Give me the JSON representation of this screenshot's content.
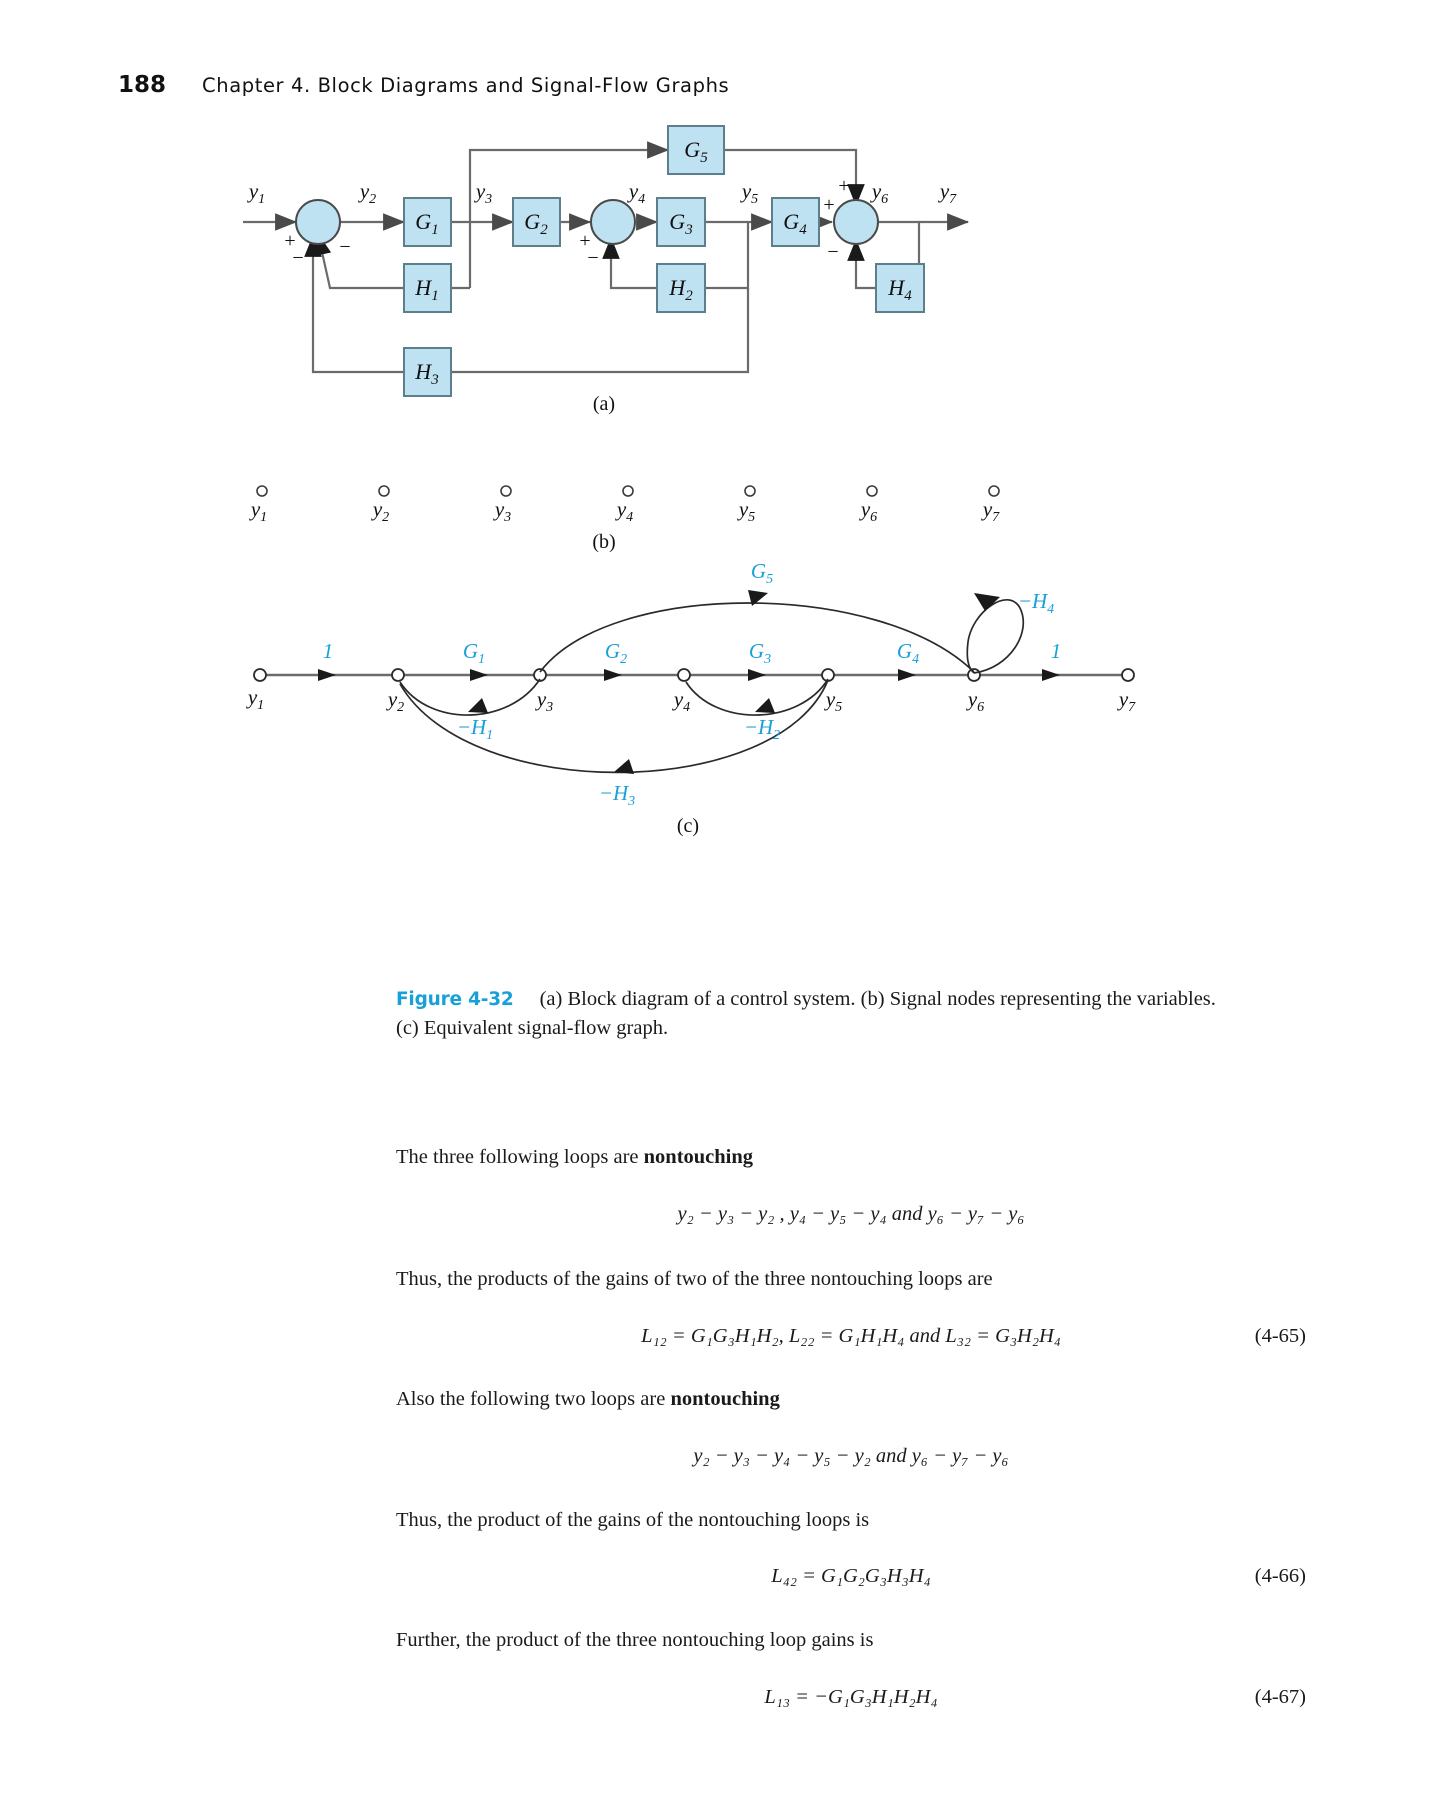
{
  "header": {
    "page_number": "188",
    "chapter_title": "Chapter 4.  Block Diagrams and Signal-Flow Graphs"
  },
  "figure": {
    "label": "Figure 4-32",
    "caption_a": "(a) Block diagram of a control system. (b) Signal nodes representing the variables.",
    "caption_b": "(c) Equivalent signal-flow graph.",
    "part_a_label": "(a)",
    "part_b_label": "(b)",
    "part_c_label": "(c)",
    "accent_color": "#18a0d8",
    "block_fill": "#bfe2f2",
    "block_stroke": "#5d7f8c",
    "line_color": "#6b6b6b"
  },
  "block_diagram": {
    "signals": [
      "y1",
      "y2",
      "y3",
      "y4",
      "y5",
      "y6",
      "y7"
    ],
    "signal_labels": [
      "y",
      "y",
      "y",
      "y",
      "y",
      "y",
      "y"
    ],
    "blocks": [
      {
        "name": "G5",
        "base": "G",
        "sub": "5"
      },
      {
        "name": "G1",
        "base": "G",
        "sub": "1"
      },
      {
        "name": "G2",
        "base": "G",
        "sub": "2"
      },
      {
        "name": "G3",
        "base": "G",
        "sub": "3"
      },
      {
        "name": "G4",
        "base": "G",
        "sub": "4"
      },
      {
        "name": "H1",
        "base": "H",
        "sub": "1"
      },
      {
        "name": "H2",
        "base": "H",
        "sub": "2"
      },
      {
        "name": "H3",
        "base": "H",
        "sub": "3"
      },
      {
        "name": "H4",
        "base": "H",
        "sub": "4"
      }
    ],
    "summing_signs": {
      "junction1": [
        "+",
        "−",
        "−"
      ],
      "junction2": [
        "+",
        "−"
      ],
      "junction3": [
        "+",
        "+",
        "−"
      ]
    }
  },
  "signal_nodes": {
    "nodes": [
      "y1",
      "y2",
      "y3",
      "y4",
      "y5",
      "y6",
      "y7"
    ]
  },
  "flow_graph": {
    "node_labels": [
      "y1",
      "y2",
      "y3",
      "y4",
      "y5",
      "y6",
      "y7"
    ],
    "forward_gains": [
      "1",
      "G1",
      "G2",
      "G3",
      "G4",
      "1"
    ],
    "forward_gains_display": [
      {
        "base": "1",
        "sub": ""
      },
      {
        "base": "G",
        "sub": "1"
      },
      {
        "base": "G",
        "sub": "2"
      },
      {
        "base": "G",
        "sub": "3"
      },
      {
        "base": "G",
        "sub": "4"
      },
      {
        "base": "1",
        "sub": ""
      }
    ],
    "feedback_gains": [
      {
        "label": "-H1",
        "base": "−H",
        "sub": "1",
        "from": "y3",
        "to": "y2"
      },
      {
        "label": "-H2",
        "base": "−H",
        "sub": "2",
        "from": "y5",
        "to": "y4"
      },
      {
        "label": "-H3",
        "base": "−H",
        "sub": "3",
        "from": "y5",
        "to": "y2"
      },
      {
        "label": "-H4",
        "base": "−H",
        "sub": "4",
        "from": "y6",
        "to": "y6"
      }
    ],
    "feedforward_gains": [
      {
        "label": "G5",
        "base": "G",
        "sub": "5",
        "from": "y3",
        "to": "y6"
      }
    ]
  },
  "body": {
    "p1_pre": "The three following loops are ",
    "p1_bold": "nontouching",
    "eq_loops3": "y₂ − y₃ − y₂ ,   y₄ − y₅ − y₄   and   y₆ − y₇ − y₆",
    "p2": "Thus, the products of the gains of two of the three nontouching loops are",
    "eq_465": "L₁₂ = G₁G₃H₁H₂,   L₂₂ = G₁H₁H₄   and   L₃₂ = G₃H₂H₄",
    "eq_465_num": "(4-65)",
    "p3_pre": "Also the following two loops are ",
    "p3_bold": "nontouching",
    "eq_loops2": "y₂ − y₃ − y₄ − y₅ − y₂   and   y₆ − y₇ − y₆",
    "p4": "Thus, the product of the gains of the nontouching loops is",
    "eq_466": "L₄₂ = G₁G₂G₃H₃H₄",
    "eq_466_num": "(4-66)",
    "p5": "Further, the product of the three nontouching loop gains is",
    "eq_467": "L₁₃ = −G₁G₃H₁H₂H₄",
    "eq_467_num": "(4-67)"
  }
}
